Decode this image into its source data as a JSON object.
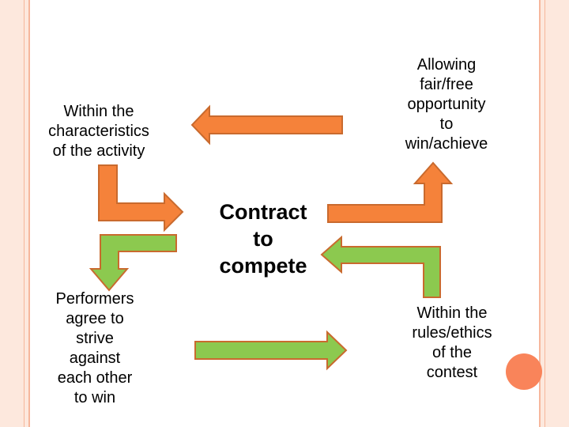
{
  "diagram": {
    "center": "Contract\nto\ncompete",
    "node_top_left": "Within the\ncharacteristics\nof the activity",
    "node_top_right": "Allowing\nfair/free\nopportunity\nto\nwin/achieve",
    "node_bottom_left": "Performers\nagree to\nstrive\nagainst\neach other\nto win",
    "node_bottom_right": "Within the\nrules/ethics\nof the\ncontest"
  },
  "colors": {
    "orange_arrow": "#f5823a",
    "orange_stroke": "#c96a2e",
    "green_arrow": "#8cc94f",
    "green_stroke": "#c96a2e",
    "frame": "#fde8dd",
    "frame_line": "#f6b79c",
    "accent_circle": "#f9845a"
  }
}
